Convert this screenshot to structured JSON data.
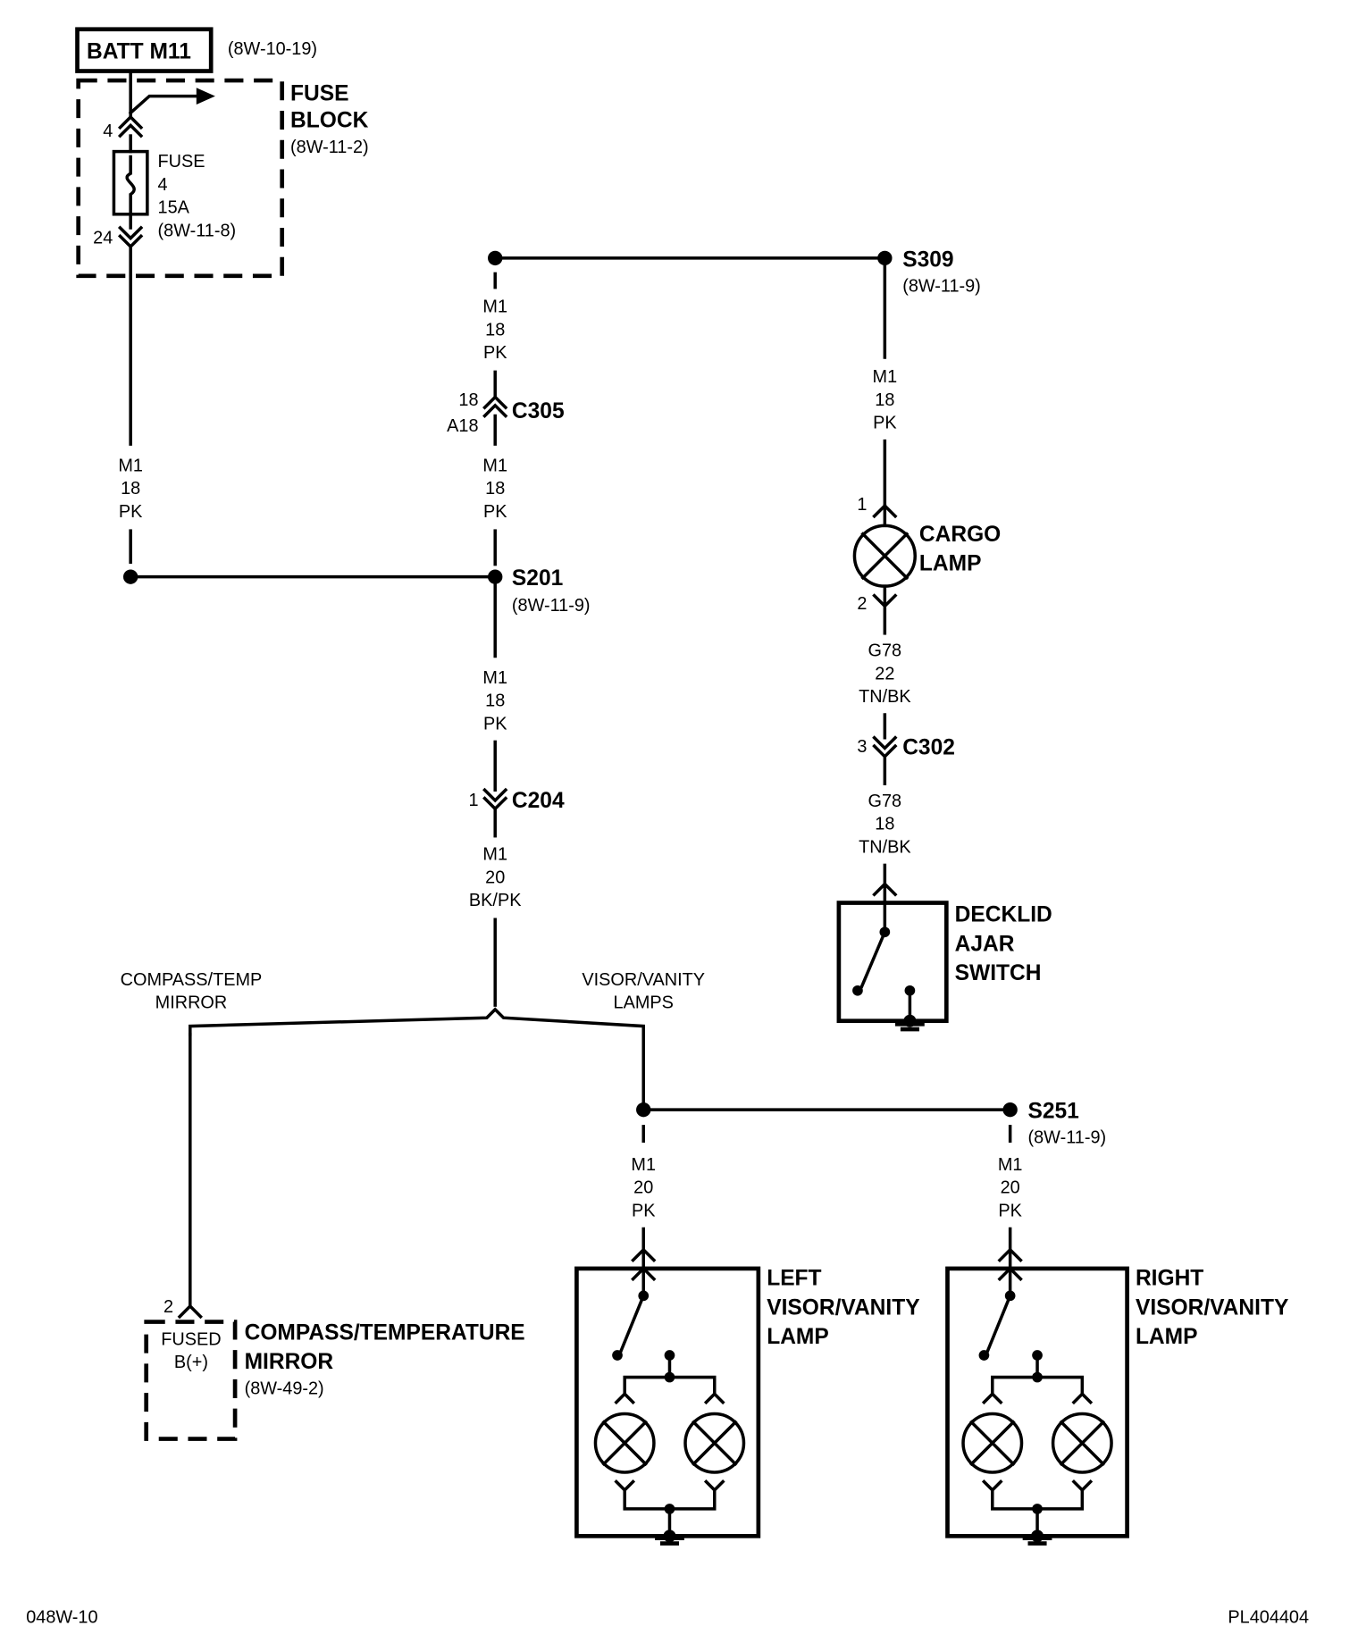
{
  "footer": {
    "left": "048W-10",
    "right": "PL404404"
  },
  "batt": {
    "label": "BATT M11",
    "ref": "(8W-10-19)"
  },
  "fuse_block": {
    "title_line1": "FUSE",
    "title_line2": "BLOCK",
    "ref": "(8W-11-2)",
    "pin_top": "4",
    "pin_bottom": "24",
    "fuse_line1": "FUSE",
    "fuse_line2": "4",
    "fuse_line3": "15A",
    "fuse_ref": "(8W-11-8)"
  },
  "wires": {
    "left_main": [
      "M1",
      "18",
      "PK"
    ],
    "top_center": [
      "M1",
      "18",
      "PK"
    ],
    "below_c305": [
      "M1",
      "18",
      "PK"
    ],
    "below_s201": [
      "M1",
      "18",
      "PK"
    ],
    "below_c204": [
      "M1",
      "20",
      "BK/PK"
    ],
    "s309_down": [
      "M1",
      "18",
      "PK"
    ],
    "cargo_below": [
      "G78",
      "22",
      "TN/BK"
    ],
    "c302_below": [
      "G78",
      "18",
      "TN/BK"
    ],
    "left_visor": [
      "M1",
      "20",
      "PK"
    ],
    "right_visor": [
      "M1",
      "20",
      "PK"
    ]
  },
  "splices": {
    "s309": {
      "name": "S309",
      "ref": "(8W-11-9)"
    },
    "s201": {
      "name": "S201",
      "ref": "(8W-11-9)"
    },
    "s251": {
      "name": "S251",
      "ref": "(8W-11-9)"
    }
  },
  "connectors": {
    "c305": {
      "name": "C305",
      "pin_upper": "18",
      "pin_lower": "A18"
    },
    "c204": {
      "name": "C204",
      "pin": "1"
    },
    "c302": {
      "name": "C302",
      "pin": "3"
    }
  },
  "cargo_lamp": {
    "line1": "CARGO",
    "line2": "LAMP",
    "pin_top": "1",
    "pin_bottom": "2"
  },
  "decklid": {
    "line1": "DECKLID",
    "line2": "AJAR",
    "line3": "SWITCH"
  },
  "branch_labels": {
    "compass_line1": "COMPASS/TEMP",
    "compass_line2": "MIRROR",
    "visor_line1": "VISOR/VANITY",
    "visor_line2": "LAMPS"
  },
  "mirror": {
    "pin": "2",
    "inner_line1": "FUSED",
    "inner_line2": "B(+)",
    "title_line1": "COMPASS/TEMPERATURE",
    "title_line2": "MIRROR",
    "ref": "(8W-49-2)"
  },
  "left_visor_lamp": {
    "line1": "LEFT",
    "line2": "VISOR/VANITY",
    "line3": "LAMP"
  },
  "right_visor_lamp": {
    "line1": "RIGHT",
    "line2": "VISOR/VANITY",
    "line3": "LAMP"
  }
}
